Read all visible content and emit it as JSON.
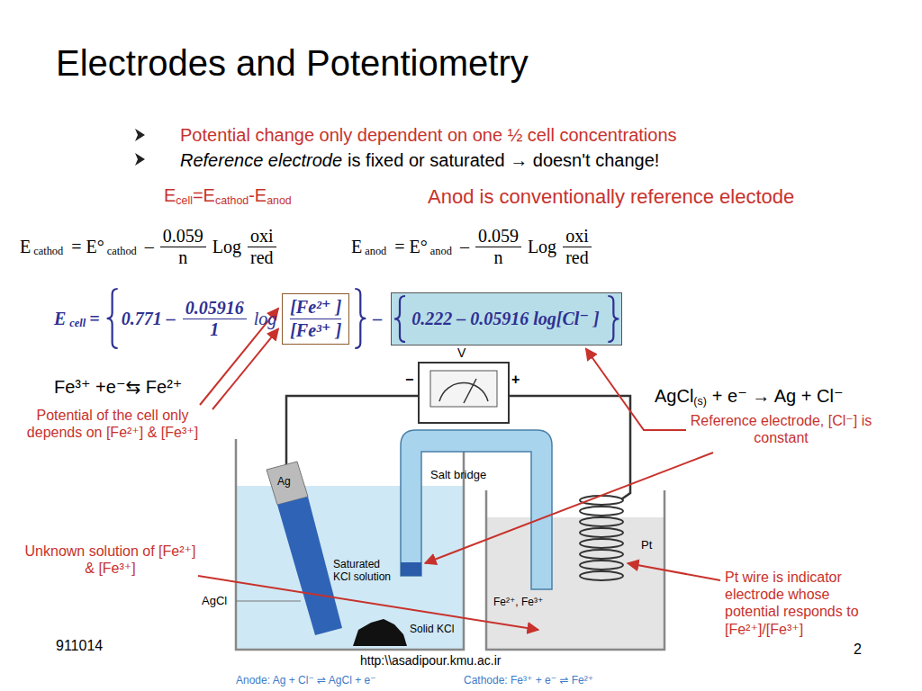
{
  "diagram": {
    "title": "Electrodes and Potentiometry",
    "nodes": [
      {
        "text": [
          "[Fe²⁺ ]",
          "[Fe³⁺ ]"
        ]
      },
      {
        "text": [
          "0.222 – 0.05916 log[Cl⁻ ]"
        ]
      }
    ],
    "labels": [
      "Potential change only dependent on one ½ cell concentrations",
      "Reference electrode",
      "is fixed or saturated → doesn't change!",
      "E",
      "cell",
      "=E",
      "cathod",
      "-E",
      "anod",
      "Anod is conventionally reference electode",
      "E",
      "cathod",
      "= E°",
      "cathod",
      "–",
      "0.059",
      "n",
      "Log",
      "oxi",
      "red",
      "E",
      "anod",
      "= E°",
      "anod",
      "–",
      "0.059",
      "n",
      "Log",
      "oxi",
      "red",
      "E",
      "cell",
      "=",
      "0.771 –",
      "0.05916",
      "1",
      "log",
      "–",
      "Fe³⁺ +e⁻⇆ Fe²⁺",
      "AgCl",
      "(s)",
      "+ e⁻ → Ag + Cl⁻",
      "Potential of the cell only depends on [Fe²⁺] & [Fe³⁺]",
      "Reference electrode, [Cl⁻] is constant",
      "Unknown solution of [Fe²⁺] & [Fe³⁺]",
      "Pt wire is indicator electrode whose potential responds to [Fe²⁺]/[Fe³⁺]",
      "−",
      "+",
      "Salt bridge",
      "Ag",
      "AgCl",
      "Saturated KCl solution",
      "Solid KCl",
      "Pt",
      "Fe²⁺, Fe³⁺",
      "Anode: Ag + Cl⁻ ⇌ AgCl + e⁻",
      "Cathode: Fe³⁺ + e⁻ ⇌ Fe²⁺",
      "911014",
      "http:\\\\asadipour.kmu.ac.ir",
      "2",
      "V"
    ]
  }
}
